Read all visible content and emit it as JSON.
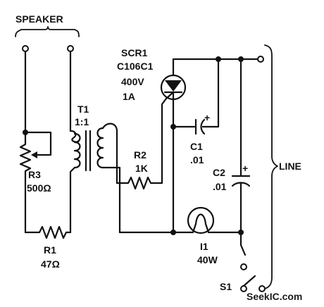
{
  "labels": {
    "speaker": "SPEAKER",
    "scr_ref": "SCR1",
    "scr_part": "C106C1",
    "scr_v": "400V",
    "scr_a": "1A",
    "t1_ref": "T1",
    "t1_ratio": "1:1",
    "r2_ref": "R2",
    "r2_val": "1K",
    "c1_ref": "C1",
    "c1_val": ".01",
    "c2_ref": "C2",
    "c2_val": ".01",
    "r3_ref": "R3",
    "r3_val": "500Ω",
    "r1_ref": "R1",
    "r1_val": "47Ω",
    "i1_ref": "I1",
    "i1_val": "40W",
    "s1_ref": "S1",
    "line": "LINE",
    "plus": "+",
    "watermark": "SeekIC.com"
  }
}
